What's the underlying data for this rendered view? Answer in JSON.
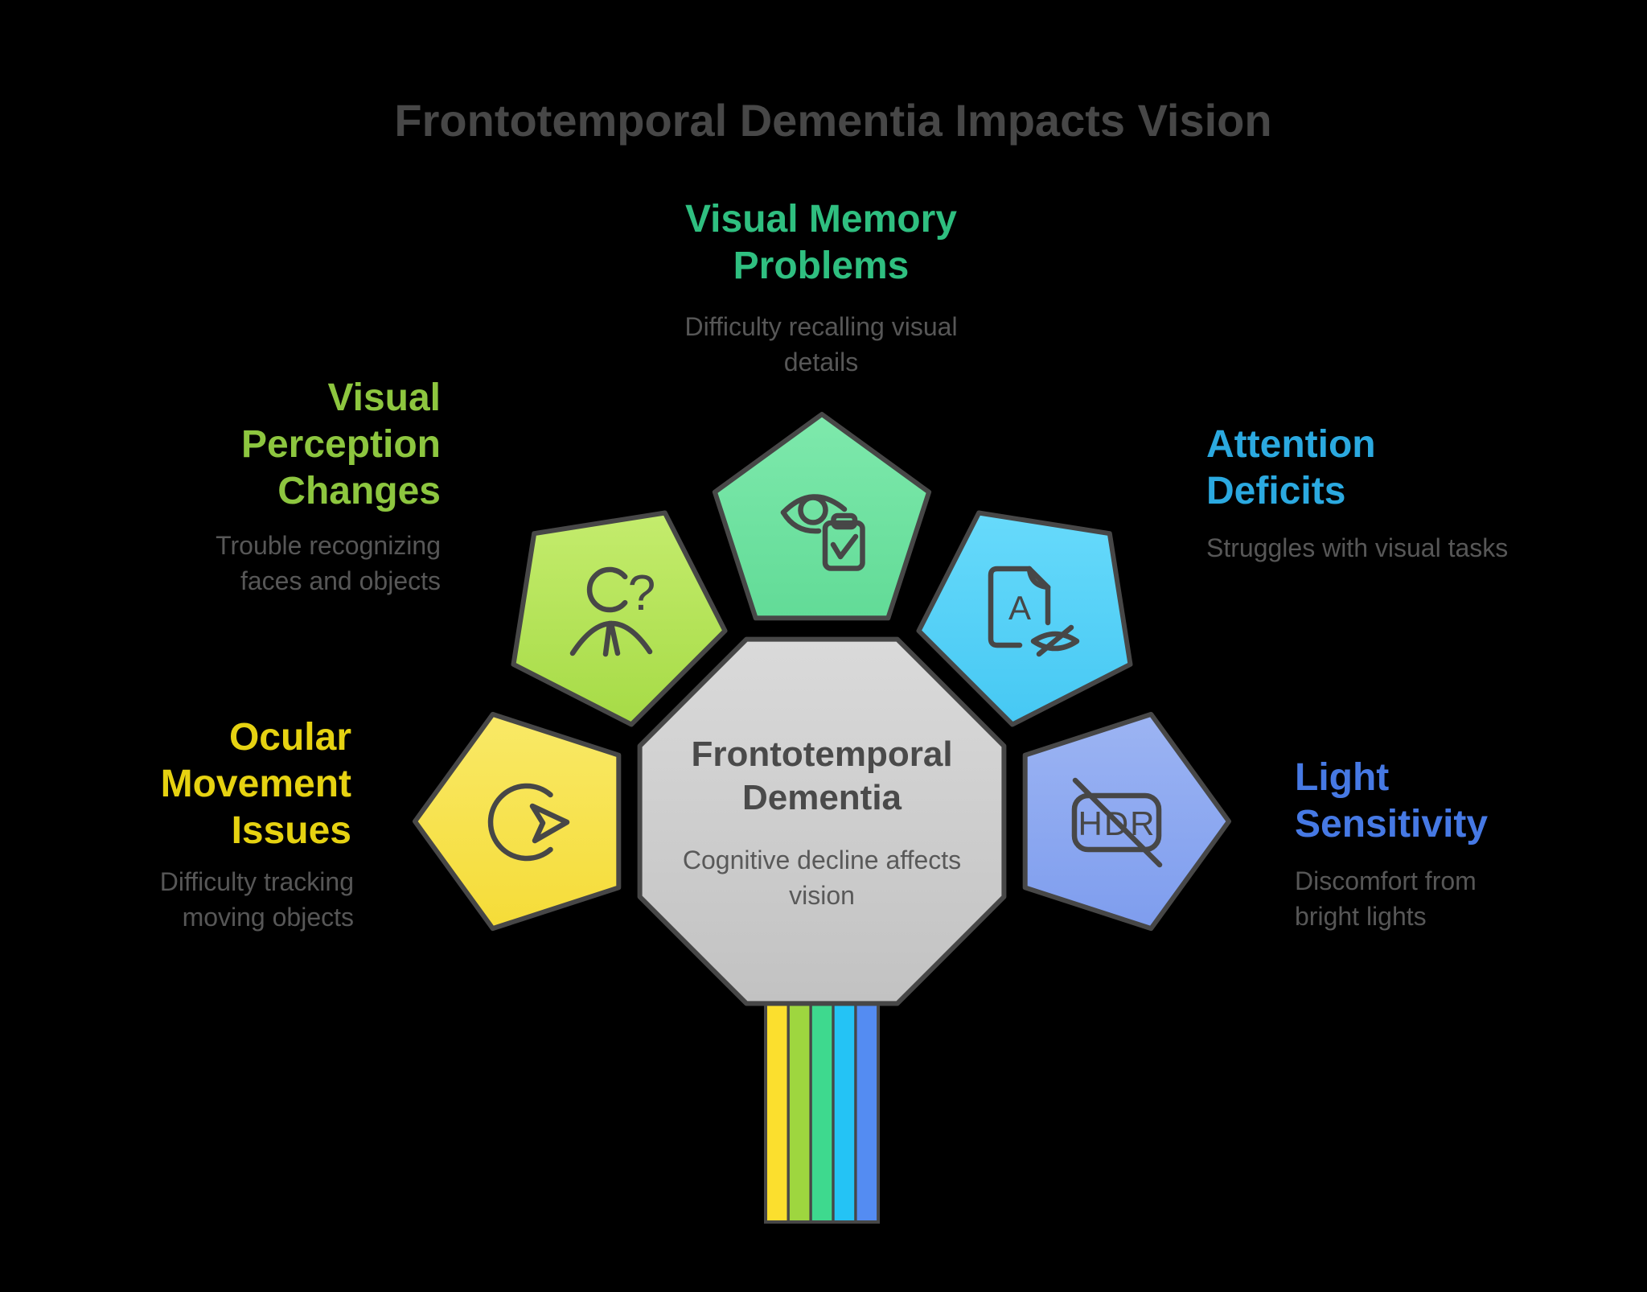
{
  "title": "Frontotemporal Dementia Impacts Vision",
  "center": {
    "title": "Frontotemporal Dementia",
    "subtitle": "Cognitive decline affects vision"
  },
  "categories": [
    {
      "label": "Visual Memory Problems",
      "description": "Difficulty recalling visual details",
      "heading_color": "#2fbf80",
      "icon": "eye-clipboard-icon",
      "fill_top": "#7ee9ac",
      "fill_bottom": "#62db97"
    },
    {
      "label": "Visual Perception Changes",
      "description": "Trouble recognizing faces and objects",
      "heading_color": "#8dc63f",
      "icon": "person-question-icon",
      "fill_top": "#c4ec6d",
      "fill_bottom": "#a6db46"
    },
    {
      "label": "Ocular Movement Issues",
      "description": "Difficulty tracking moving objects",
      "heading_color": "#e6d211",
      "icon": "eye-tracking-icon",
      "fill_top": "#f9e967",
      "fill_bottom": "#f5dc38"
    },
    {
      "label": "Attention Deficits",
      "description": "Struggles with visual tasks",
      "heading_color": "#2ba9e0",
      "icon": "document-contrast-icon",
      "fill_top": "#67dafb",
      "fill_bottom": "#46c8f3"
    },
    {
      "label": "Light Sensitivity",
      "description": "Discomfort from bright lights",
      "heading_color": "#4679e4",
      "icon": "hdr-off-icon",
      "fill_top": "#9cb4f3",
      "fill_bottom": "#7e9dee"
    }
  ],
  "icon_glyphs": {
    "question_mark": "?",
    "letter_a": "A",
    "hdr": "HDR"
  },
  "stem_colors": [
    "#fbdf2e",
    "#9ed63f",
    "#3ed98e",
    "#24c3f5",
    "#548cf2"
  ],
  "colors": {
    "background": "#000000",
    "outline": "#474747",
    "title_text": "#474747",
    "body_text": "#575757",
    "octagon_top": "#dadada",
    "octagon_bottom": "#c2c2c2",
    "octagon_title": "#4a4a4a",
    "octagon_subtitle": "#595959"
  }
}
